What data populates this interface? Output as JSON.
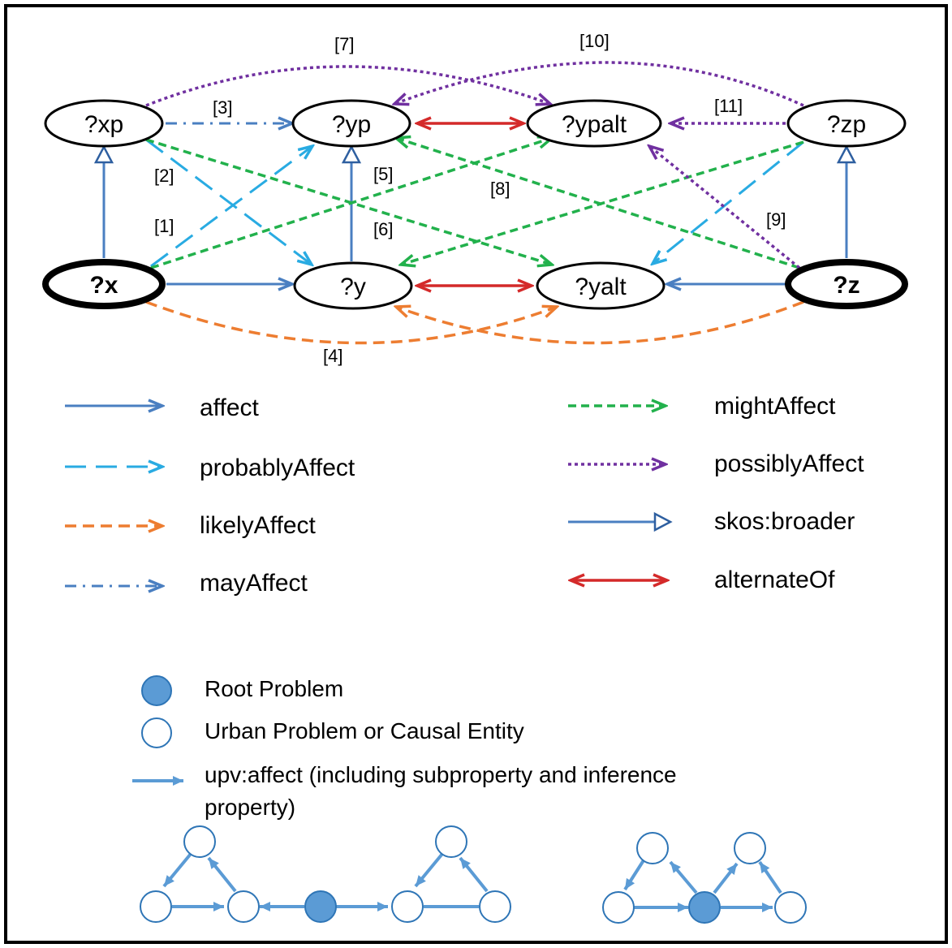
{
  "nodes": {
    "xp": "?xp",
    "yp": "?yp",
    "ypalt": "?ypalt",
    "zp": "?zp",
    "x": "?x",
    "y": "?y",
    "yalt": "?yalt",
    "z": "?z"
  },
  "edge_labels": {
    "l1": "[1]",
    "l2": "[2]",
    "l3": "[3]",
    "l4": "[4]",
    "l5": "[5]",
    "l6": "[6]",
    "l7": "[7]",
    "l8": "[8]",
    "l9": "[9]",
    "l10": "[10]",
    "l11": "[11]"
  },
  "legend": {
    "affect": "affect",
    "probablyAffect": "probablyAffect",
    "likelyAffect": "likelyAffect",
    "mayAffect": "mayAffect",
    "mightAffect": "mightAffect",
    "possiblyAffect": "possiblyAffect",
    "broader": "skos:broader",
    "alternateOf": "alternateOf"
  },
  "legend2": {
    "root": "Root Problem",
    "urban": "Urban Problem or Causal Entity",
    "affect_line1": "upv:affect (including subproperty and inference",
    "affect_line2": "property)"
  },
  "colors": {
    "affect": "#4a7fc1",
    "probablyAffect": "#29abe2",
    "likelyAffect": "#ed7d31",
    "mayAffect": "#4a7fc1",
    "mightAffect": "#22b14c",
    "possiblyAffect": "#7030a0",
    "broader": "#4a7fc1",
    "alternateOf": "#d42a2a",
    "graph": "#5b9bd5"
  }
}
